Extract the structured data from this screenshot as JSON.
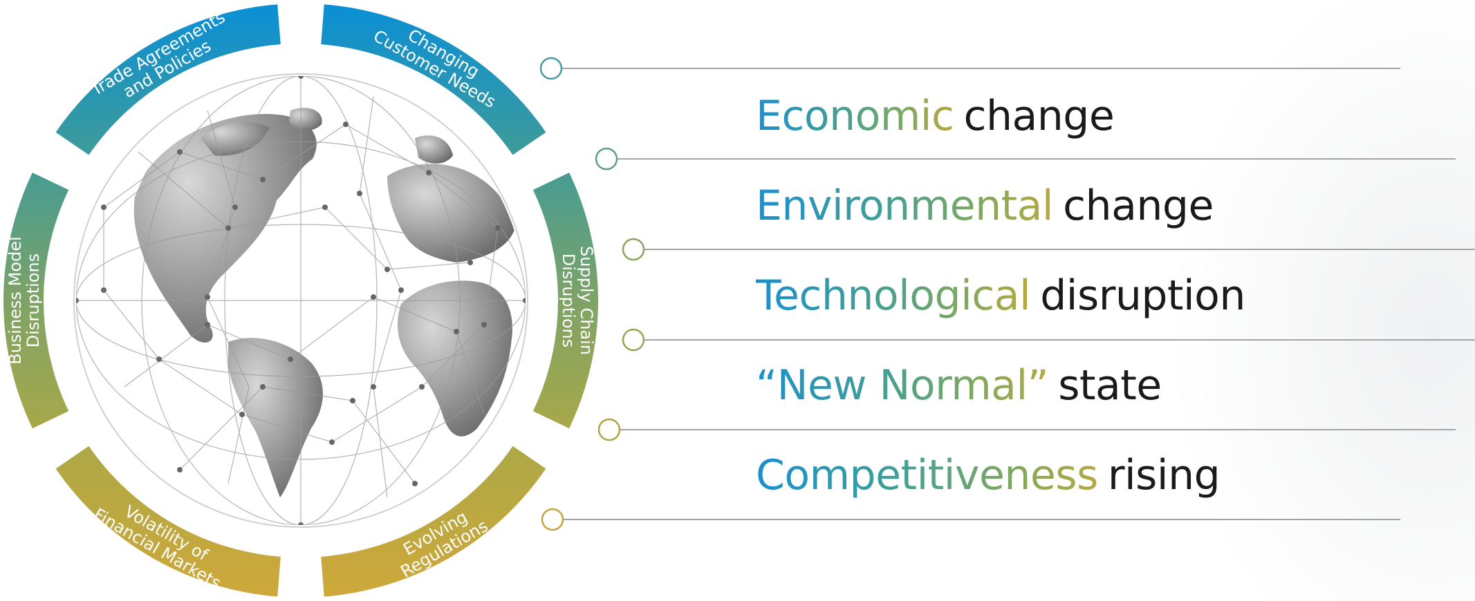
{
  "colors": {
    "blue": "#0a8fd6",
    "teal": "#3d9b9a",
    "green": "#7ea366",
    "olive": "#a9a848",
    "gold": "#c8a83e",
    "connector": "#9a9a9a"
  },
  "wheel": {
    "segments": [
      {
        "id": "changing-customer-needs",
        "lines": [
          "Changing",
          "Customer Needs"
        ]
      },
      {
        "id": "supply-chain-disruptions",
        "lines": [
          "Supply Chain",
          "Disruptions"
        ]
      },
      {
        "id": "evolving-regulations",
        "lines": [
          "Evolving",
          "Regulations"
        ]
      },
      {
        "id": "volatility-financial-markets",
        "lines": [
          "Volatility of",
          "Financial Markets"
        ]
      },
      {
        "id": "business-model-disruptions",
        "lines": [
          "Business Model",
          "Disruptions"
        ]
      },
      {
        "id": "trade-agreements-policies",
        "lines": [
          "Trade Agreements",
          "and Policies"
        ]
      }
    ],
    "center_icon": "wireframe-globe-icon"
  },
  "drivers": [
    {
      "highlight": "Economic",
      "rest": "change"
    },
    {
      "highlight": "Environmental",
      "rest": "change"
    },
    {
      "highlight": "Technological",
      "rest": "disruption"
    },
    {
      "highlight": "“New Normal”",
      "rest": "state"
    },
    {
      "highlight": "Competitiveness",
      "rest": "rising"
    }
  ]
}
